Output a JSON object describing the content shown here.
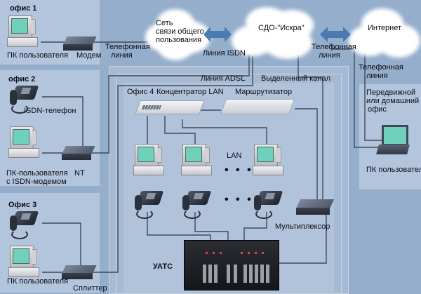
{
  "diagram": {
    "title": "Network connection scheme",
    "offices": {
      "office1": {
        "title": "офис 1",
        "pc_label": "ПК пользователя",
        "modem_label": "Модем",
        "line_label": "Телефонная\nлиния"
      },
      "office2": {
        "title": "офис 2",
        "phone_label": "ISDN-телефон",
        "pc_label_line1": "ПК-пользователя",
        "pc_label_line2": "с ISDN-модемом",
        "nt_label": "NT"
      },
      "office3": {
        "title": "Офис 3",
        "pc_label": "ПК пользователя",
        "splitter_label": "Сплиттер"
      },
      "office4": {
        "title": "Офис 4",
        "hub_label": "Концентратор LAN",
        "router_label": "Маршрутизатор",
        "lan_label": "LAN",
        "ellipsis": "• • •",
        "mux_label": "Мультиплексор",
        "pbx_label": "УАТС"
      },
      "mobile": {
        "title_line1": "Передвижной",
        "title_line2": "или домашний",
        "title_line3": "офис",
        "pc_label": "ПК пользователя",
        "line_label_line1": "Телефонная",
        "line_label_line2": "линия"
      }
    },
    "clouds": {
      "pstn_line1": "Сеть",
      "pstn_line2": "связи общего",
      "pstn_line3": "пользования",
      "iskra": "СДО-\"Искра\"",
      "internet": "Интернет"
    },
    "links": {
      "phone_line1_a": "Телефонная",
      "phone_line1_b": "линия",
      "isdn": "Линия ISDN",
      "adsl": "Линия ADSL",
      "leased": "Выделенный канал",
      "iskra_internet_a": "Телефонная",
      "iskra_internet_b": "линия"
    },
    "colors": {
      "background": "#95aecb",
      "panel": "#b3c5dc",
      "cloud": "#ffffff",
      "arrow": "#4a7bb0",
      "wire": "#3f4a5c",
      "screen": "#6fd0bc"
    }
  }
}
